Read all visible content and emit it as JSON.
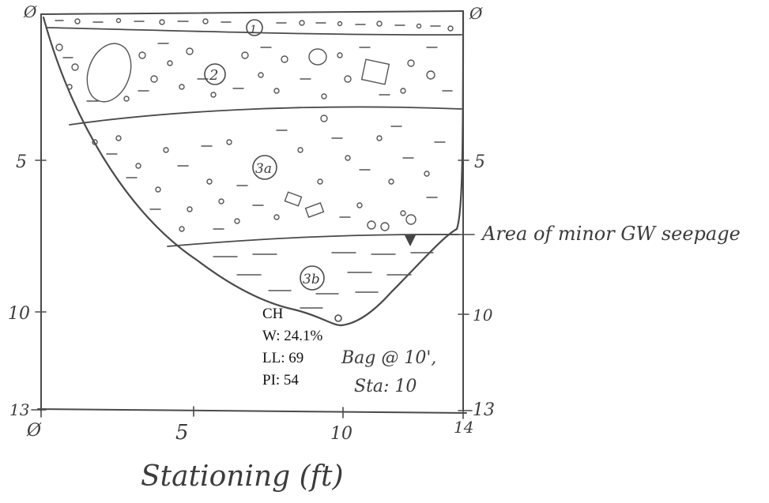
{
  "axes": {
    "left_ticks": [
      "Ø",
      "5",
      "10",
      "13"
    ],
    "right_ticks": [
      "Ø",
      "5",
      "10",
      "13"
    ],
    "bottom_ticks": [
      "Ø",
      "5",
      "10",
      "14"
    ],
    "xlabel": "Stationing (ft)"
  },
  "layers": [
    {
      "id": "1"
    },
    {
      "id": "2"
    },
    {
      "id": "3a"
    },
    {
      "id": "3b"
    }
  ],
  "annotations": {
    "seepage": "Area of minor GW seepage",
    "bag_line1": "Bag @ 10',",
    "bag_line2": "Sta: 10"
  },
  "lab_results": {
    "classification": "CH",
    "water_content": "W: 24.1%",
    "liquid_limit": "LL: 69",
    "plasticity_index": "PI: 54"
  }
}
